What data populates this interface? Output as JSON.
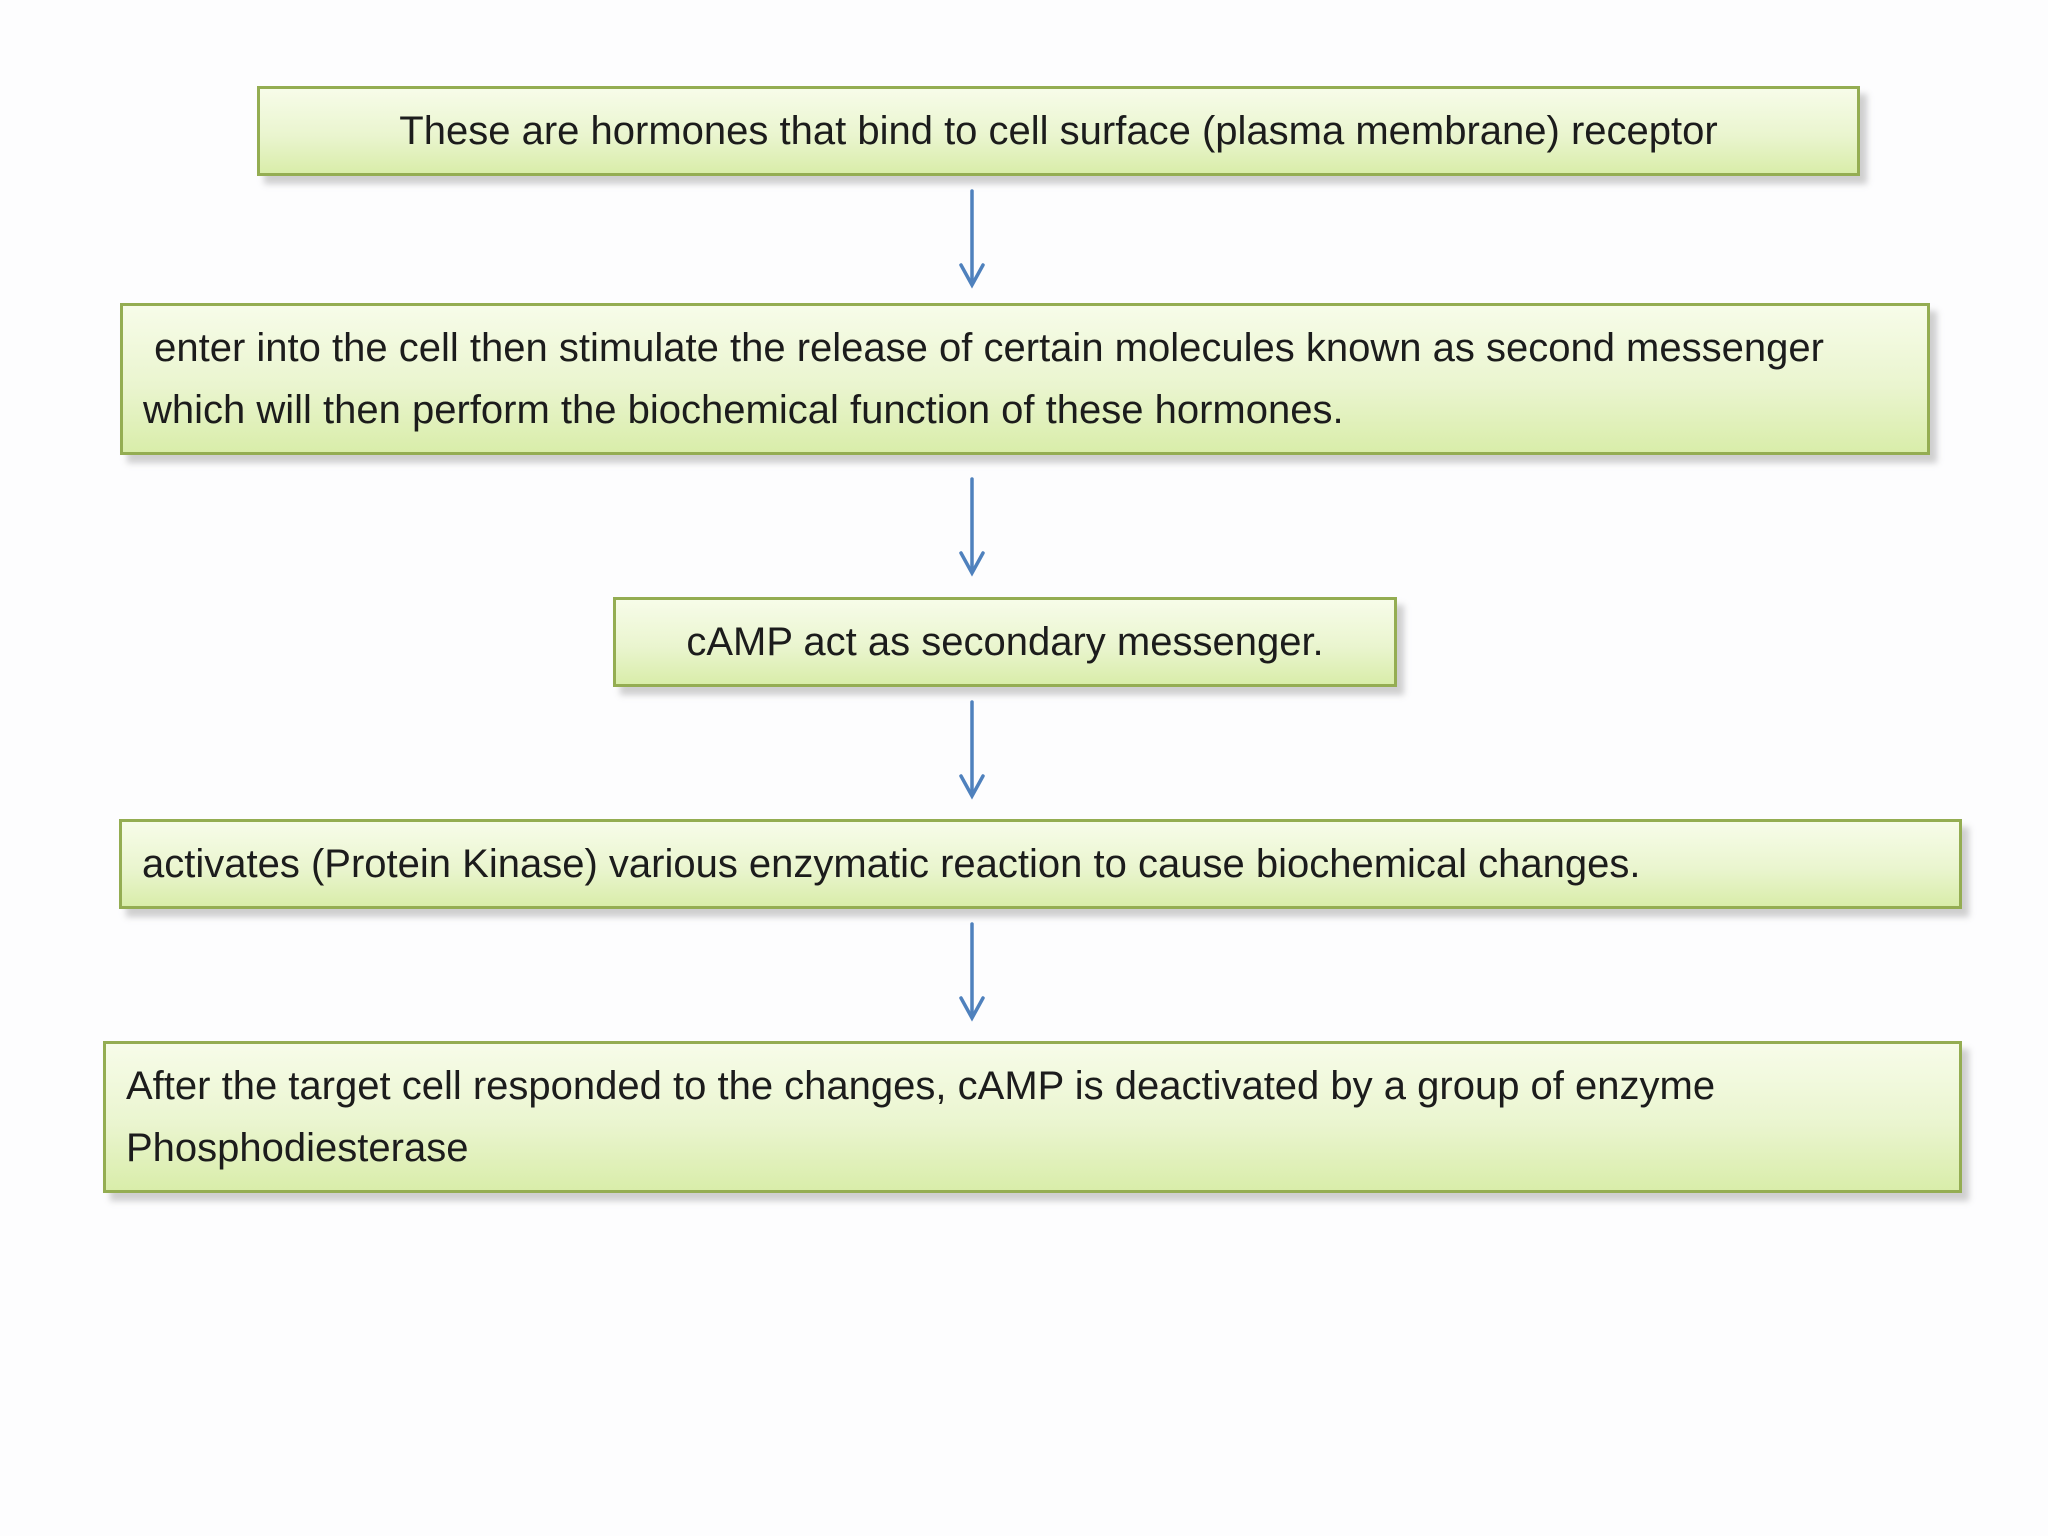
{
  "colors": {
    "background": "#fdfdfe",
    "box_fill_top": "#f7fce9",
    "box_fill_middle": "#eaf5cf",
    "box_fill_bottom": "#d9edaa",
    "box_border": "#94ad52",
    "arrow": "#4f81bd",
    "text": "#1c1c1c"
  },
  "diagram": {
    "type": "flowchart",
    "direction": "top-to-bottom"
  },
  "steps": [
    {
      "text": "These are hormones that bind to cell surface (plasma membrane) receptor"
    },
    {
      "text": " enter into the cell then stimulate the release of certain molecules known as second messenger which will then perform the biochemical function of these hormones."
    },
    {
      "text": "cAMP act as secondary messenger."
    },
    {
      "text": "activates (Protein Kinase) various enzymatic reaction to cause biochemical changes."
    },
    {
      "text": "After the target cell responded to the changes, cAMP is deactivated by a group of enzyme Phosphodiesterase"
    }
  ]
}
